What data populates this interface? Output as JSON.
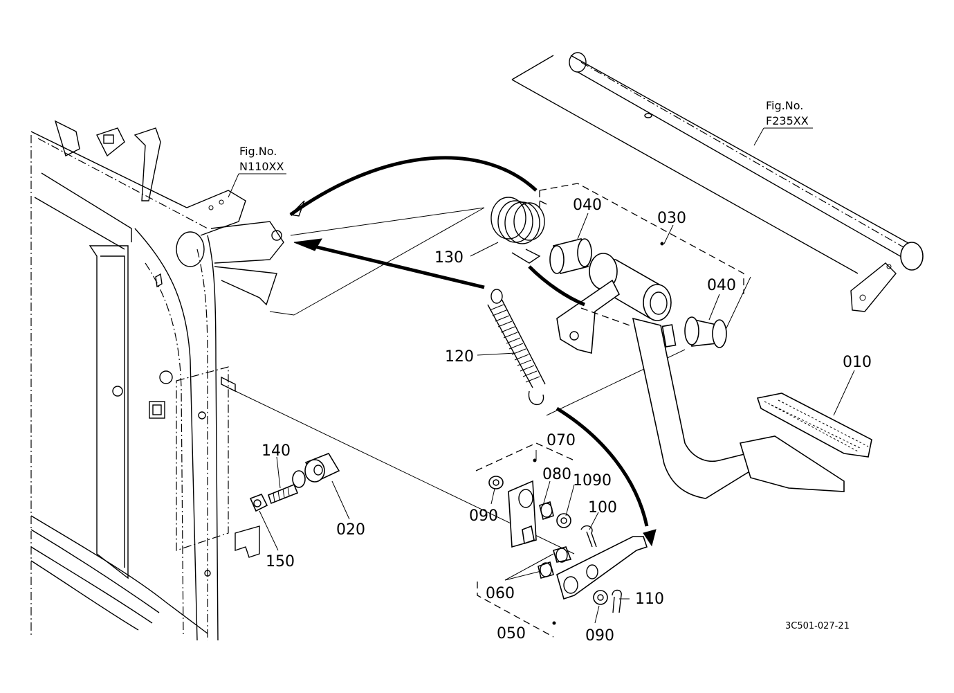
{
  "figure_refs": [
    {
      "label": "Fig.No.",
      "code": "N110XX"
    },
    {
      "label": "Fig.No.",
      "code": "F235XX"
    }
  ],
  "parts": {
    "p010": "010",
    "p020": "020",
    "p030": "030",
    "p040a": "040",
    "p040b": "040",
    "p050": "050",
    "p060": "060",
    "p070": "070",
    "p080": "080",
    "p1090": "1090",
    "p090a": "090",
    "p090b": "090",
    "p100": "100",
    "p110": "110",
    "p120": "120",
    "p130": "130",
    "p140": "140",
    "p150": "150"
  },
  "drawing_code": "3C501-027-21"
}
